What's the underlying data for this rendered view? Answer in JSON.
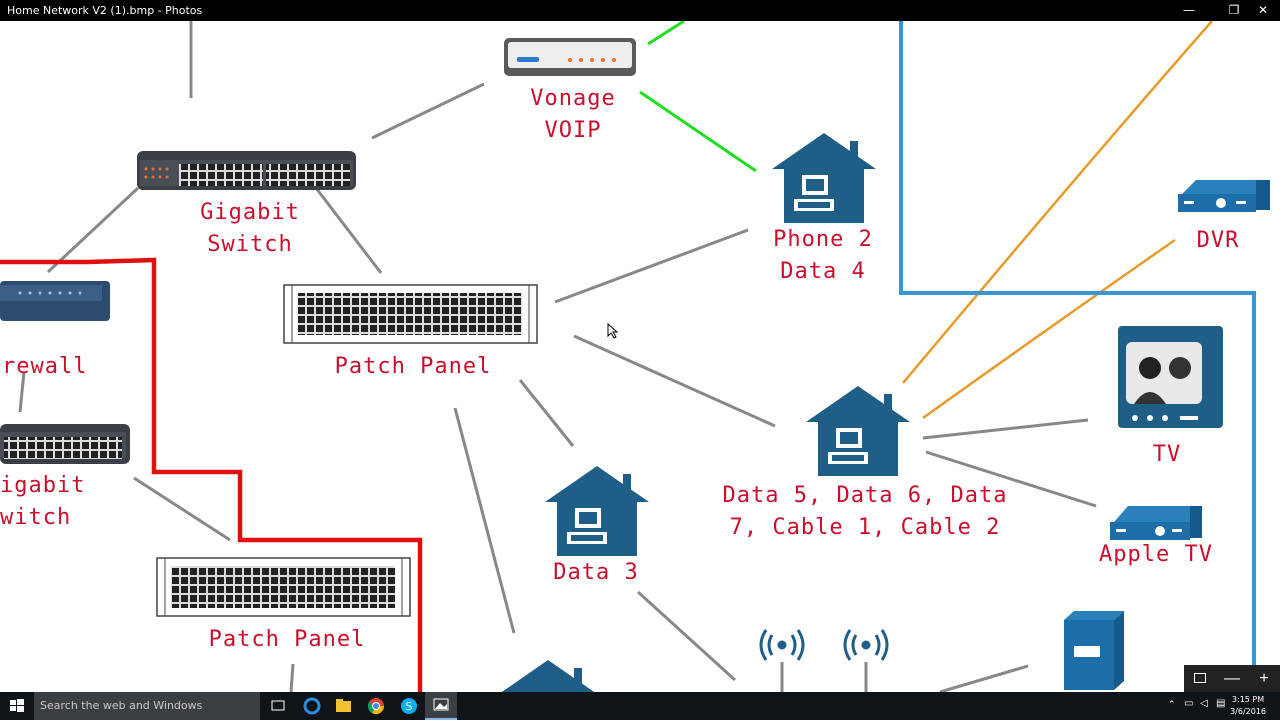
{
  "window": {
    "title": "Home Network V2 (1).bmp - Photos",
    "controls": [
      "—",
      "❐",
      "✕"
    ]
  },
  "diagram": {
    "labels": {
      "vonage": "Vonage\nVOIP",
      "gigabit_switch_top": "Gigabit\nSwitch",
      "phone2_data4": "Phone 2\nData 4",
      "dvr": "DVR",
      "firewall": "rewall",
      "patch_panel_top": "Patch Panel",
      "gigabit_switch_left": "igabit\nwitch",
      "tv": "TV",
      "data_group": "Data 5, Data 6, Data\n7, Cable 1, Cable 2",
      "apple_tv": "Apple TV",
      "data3": "Data 3",
      "patch_panel_bottom": "Patch Panel"
    },
    "colors": {
      "label": "#c8102e",
      "device": "#1f5f87",
      "line_gray": "#888888",
      "line_green": "#22dd22",
      "line_orange": "#e89a2a",
      "line_blue": "#3a96d0",
      "line_red": "#e01010"
    }
  },
  "zoom_controls": [
    "fit-icon",
    "zoom-out-icon",
    "zoom-in-icon"
  ],
  "taskbar": {
    "search_placeholder": "Search the web and Windows",
    "pinned": [
      "task-view-icon",
      "edge-icon",
      "file-explorer-icon",
      "chrome-icon",
      "skype-icon",
      "photos-icon"
    ],
    "time": "3:15 PM",
    "date": "3/6/2016"
  }
}
